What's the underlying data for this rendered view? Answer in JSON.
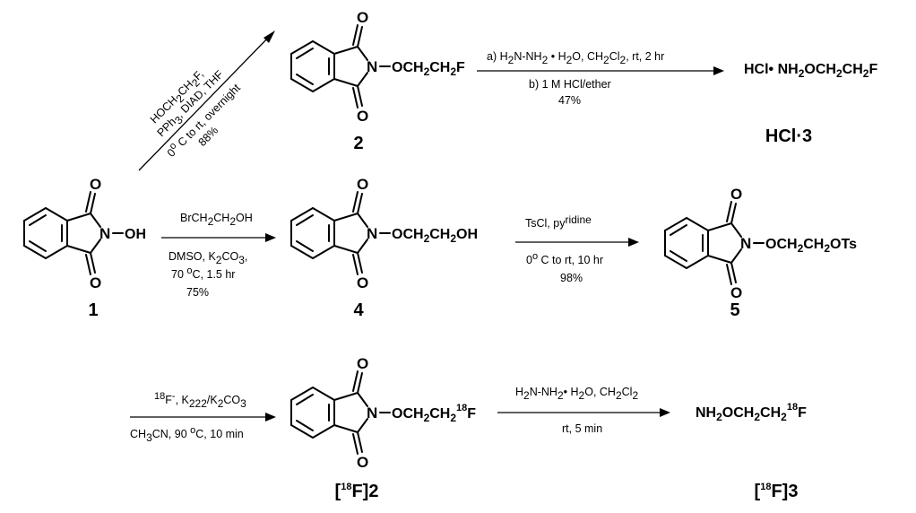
{
  "compounds": {
    "c1": {
      "label": "1",
      "substituent": "OH"
    },
    "c2": {
      "label": "2",
      "substituent": "OCH2CH2F"
    },
    "c3": {
      "label": "HCl·3",
      "formula": "HCl· NH2OCH2CH2F"
    },
    "c4": {
      "label": "4",
      "substituent": "OCH2CH2OH"
    },
    "c5": {
      "label": "5",
      "substituent": "OCH2CH2OTs"
    },
    "f2": {
      "label": "[18F]2",
      "substituent": "OCH2CH2 18F"
    },
    "f3": {
      "label": "[18F]3",
      "formula": "NH2OCH2CH2 18F"
    }
  },
  "reactions": {
    "r1": {
      "lines": [
        "HOCH2CH2F,",
        "PPh3, DIAD, THF",
        "0° C to rt, overnight",
        "88%"
      ]
    },
    "r2": {
      "lines": [
        "a)  H2N-NH2 • H2O, CH2Cl2, rt, 2 hr",
        "b) 1 M HCl/ether",
        "47%"
      ]
    },
    "r3": {
      "lines": [
        "BrCH2CH2OH",
        "DMSO, K2CO3,",
        "70 °C, 1.5 hr",
        "75%"
      ]
    },
    "r4": {
      "lines": [
        "TsCl, pyridine",
        "0° C to rt, 10 hr",
        "98%"
      ]
    },
    "r5": {
      "lines": [
        "18F-, K222/K2CO3",
        "CH3CN, 90 °C, 10 min"
      ]
    },
    "r6": {
      "lines": [
        "H2N-NH2• H2O, CH2Cl2",
        "rt, 5 min"
      ]
    }
  }
}
